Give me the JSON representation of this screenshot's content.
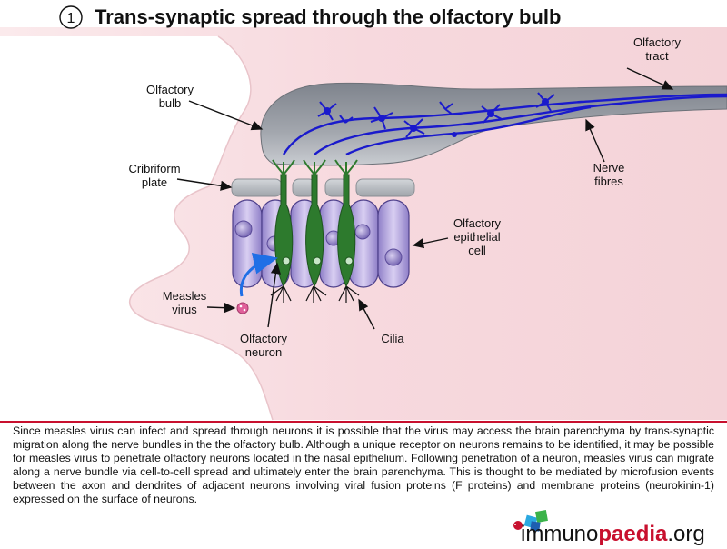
{
  "figure": {
    "number": "1",
    "title": "Trans-synaptic spread through the olfactory bulb"
  },
  "labels": {
    "olfactory_tract_1": "Olfactory",
    "olfactory_tract_2": "tract",
    "olfactory_bulb_1": "Olfactory",
    "olfactory_bulb_2": "bulb",
    "cribriform_1": "Cribriform",
    "cribriform_2": "plate",
    "nerve_fibres_1": "Nerve",
    "nerve_fibres_2": "fibres",
    "epithelial_1": "Olfactory",
    "epithelial_2": "epithelial",
    "epithelial_3": "cell",
    "measles_1": "Measles",
    "measles_2": "virus",
    "neuron_1": "Olfactory",
    "neuron_2": "neuron",
    "cilia": "Cilia"
  },
  "description": "Since measles virus can infect and spread through neurons it is possible that the virus may access the brain parenchyma by trans-synaptic migration along the nerve bundles in the the olfactory bulb. Although a unique receptor on neurons remains to be identified, it may be possible for measles virus to penetrate olfactory neurons located in the nasal epithelium. Following penetration of a neuron, measles virus can migrate along a nerve bundle via cell-to-cell spread and ultimately enter the brain parenchyma. This is thought to be mediated by microfusion events between the axon and dendrites of adjacent neurons involving viral fusion proteins (F proteins) and membrane proteins (neurokinin-1) expressed on the surface of neurons.",
  "logo": {
    "part1": "immuno",
    "part2": "paedia",
    "part3": ".org"
  },
  "colors": {
    "nerve": "#1a1acc",
    "neuron": "#2d7a2d",
    "epithelial": "#b7a8e0",
    "bulb": "#8e939c",
    "plate": "#b9bdc3",
    "background_pink": "#f8dfe3",
    "rule": "#c8102e"
  }
}
